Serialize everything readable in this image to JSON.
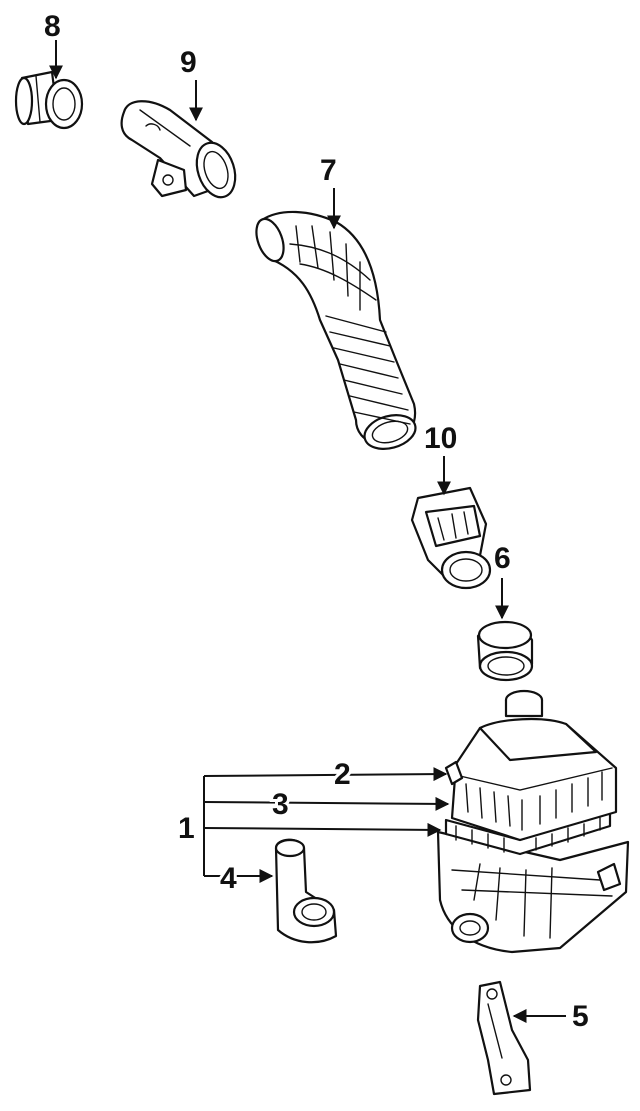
{
  "callouts": {
    "c1": "1",
    "c2": "2",
    "c3": "3",
    "c4": "4",
    "c5": "5",
    "c6": "6",
    "c7": "7",
    "c8": "8",
    "c9": "9",
    "c10": "10"
  },
  "colors": {
    "ink": "#111111",
    "paper": "#ffffff"
  }
}
